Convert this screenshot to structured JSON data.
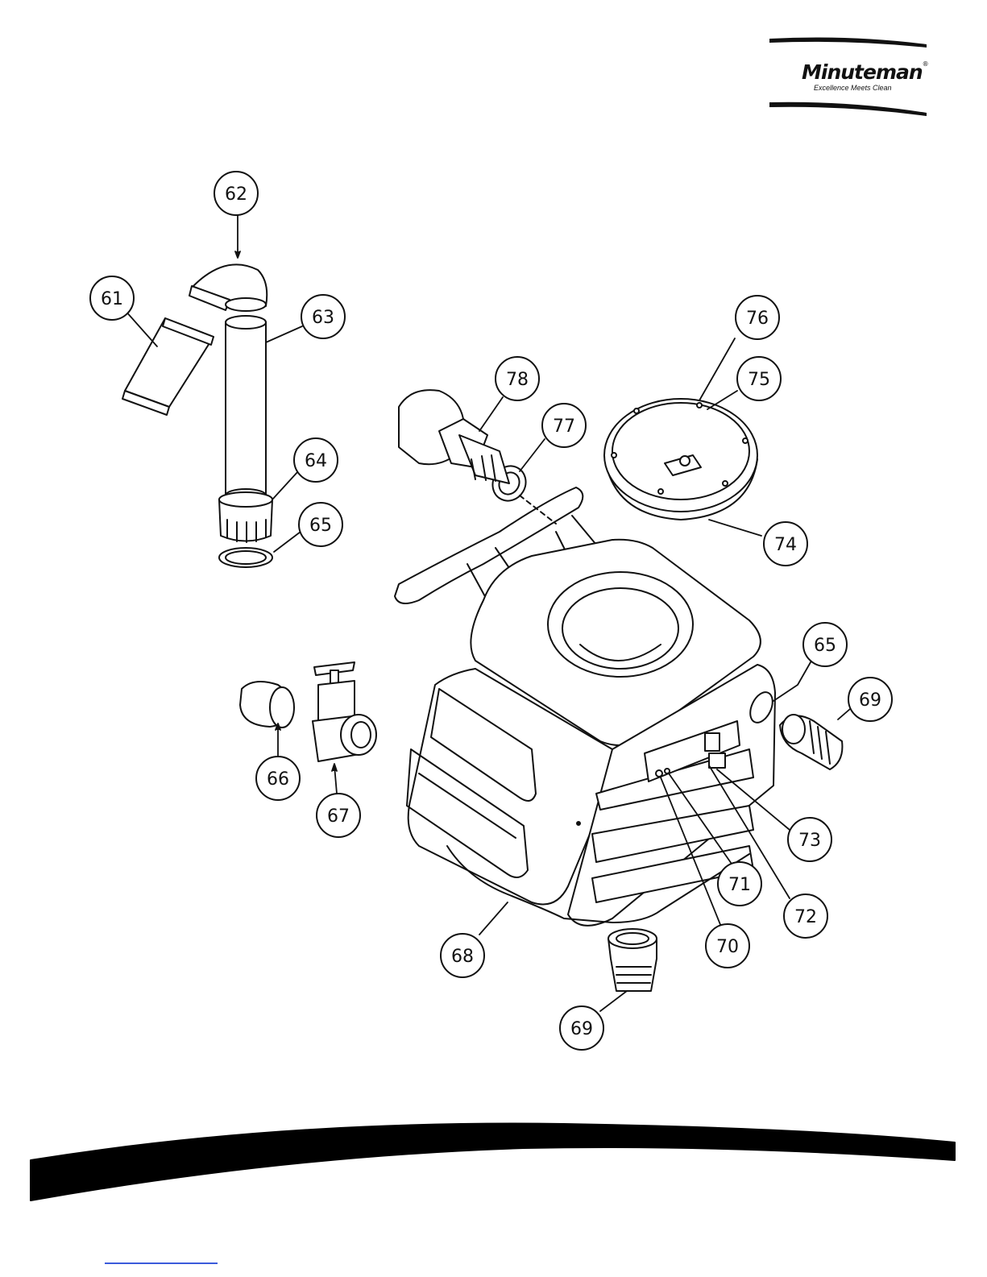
{
  "brand": {
    "name": "Minuteman",
    "registered": "®",
    "tagline": "Excellence Meets Clean"
  },
  "callouts": [
    {
      "id": "61",
      "label": "61"
    },
    {
      "id": "62",
      "label": "62"
    },
    {
      "id": "63",
      "label": "63"
    },
    {
      "id": "64",
      "label": "64"
    },
    {
      "id": "65a",
      "label": "65"
    },
    {
      "id": "66",
      "label": "66"
    },
    {
      "id": "67",
      "label": "67"
    },
    {
      "id": "68",
      "label": "68"
    },
    {
      "id": "69a",
      "label": "69"
    },
    {
      "id": "69b",
      "label": "69"
    },
    {
      "id": "65b",
      "label": "65"
    },
    {
      "id": "70",
      "label": "70"
    },
    {
      "id": "71",
      "label": "71"
    },
    {
      "id": "72",
      "label": "72"
    },
    {
      "id": "73",
      "label": "73"
    },
    {
      "id": "74",
      "label": "74"
    },
    {
      "id": "75",
      "label": "75"
    },
    {
      "id": "76",
      "label": "76"
    },
    {
      "id": "77",
      "label": "77"
    },
    {
      "id": "78",
      "label": "78"
    }
  ]
}
